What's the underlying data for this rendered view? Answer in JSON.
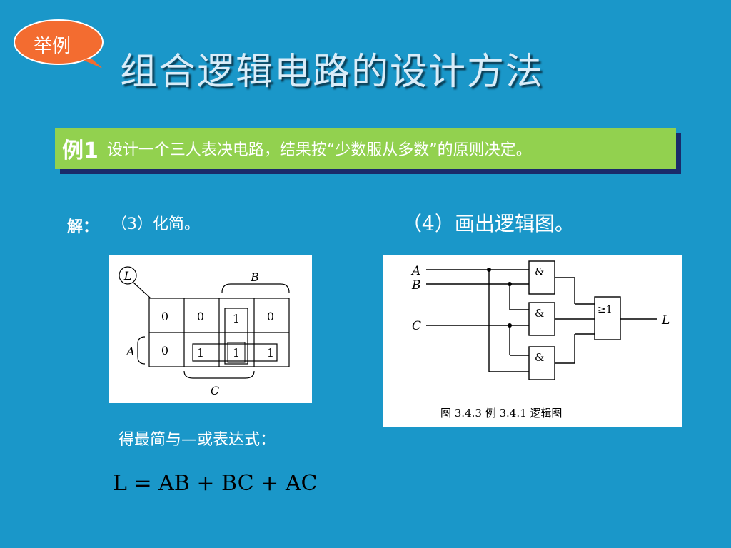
{
  "badge": {
    "label": "举例"
  },
  "title": "组合逻辑电路的设计方法",
  "example": {
    "number": "例1",
    "text": "设计一个三人表决电路，结果按“少数服从多数”的原则决定。"
  },
  "solution": {
    "jie": "解：",
    "step3": "（3）化简。",
    "step4": "（4）画出逻辑图。",
    "expr_label": "得最简与—或表达式：",
    "formula": "L = AB + BC + AC"
  },
  "kmap": {
    "corner_label": "L",
    "label_B": "B",
    "label_A": "A",
    "label_C": "C",
    "cells": [
      [
        "0",
        "0",
        "1",
        "0"
      ],
      [
        "0",
        "1",
        "1",
        "1"
      ]
    ]
  },
  "logic_diagram": {
    "input_A": "A",
    "input_B": "B",
    "input_C": "C",
    "output_L": "L",
    "and_gate_label": "&",
    "or_gate_label": "≥1",
    "caption": "图 3.4.3   例 3.4.1 逻辑图"
  },
  "colors": {
    "background": "#1a97c9",
    "badge": "#f36c30",
    "banner": "#92d14f",
    "banner_shadow": "#1a2a6a"
  }
}
